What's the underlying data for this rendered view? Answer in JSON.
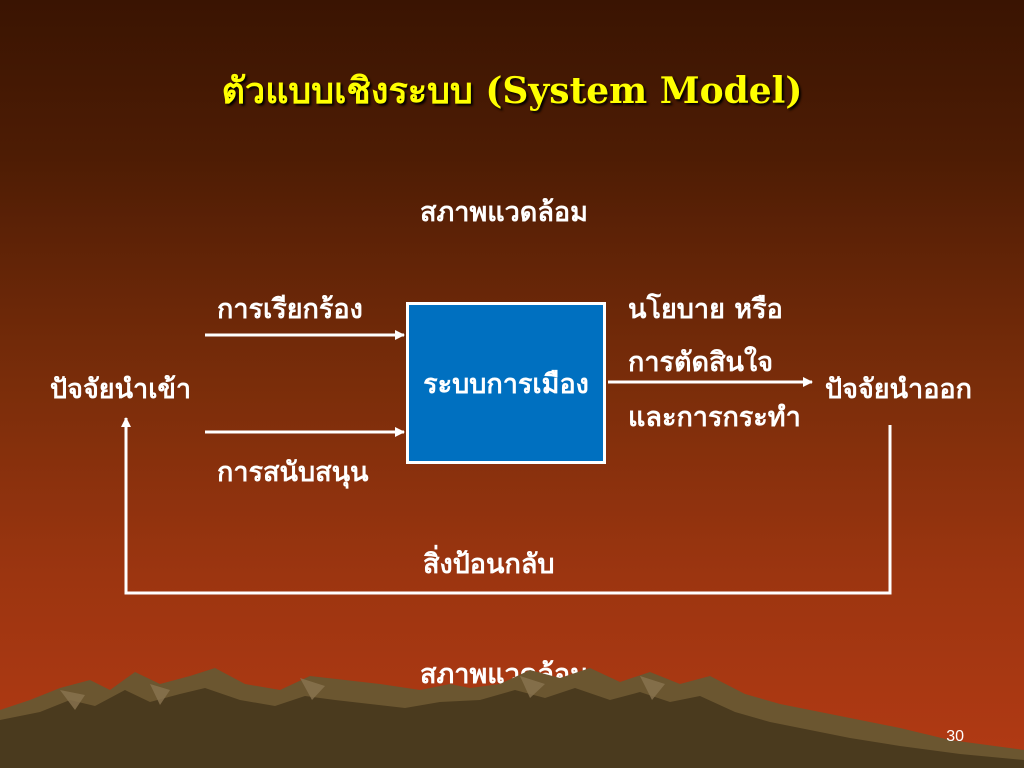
{
  "title": "ตัวแบบเชิงระบบ (System Model)",
  "environment_top": "สภาพแวดล้อม",
  "environment_bottom": "สภาพแวดล้อม",
  "inputs": {
    "label": "ปัจจัยนำเข้า",
    "demands": "การเรียกร้อง",
    "supports": "การสนับสนุน"
  },
  "system_box": "ระบบการเมือง",
  "outputs": {
    "line1": "นโยบาย หรือ",
    "line2": "การตัดสินใจ",
    "line3": "และการกระทำ",
    "label": "ปัจจัยนำออก"
  },
  "feedback": "สิ่งป้อนกลับ",
  "page_number": "30",
  "colors": {
    "title": "#ffff00",
    "box_fill": "#0070c0",
    "text": "#ffffff"
  }
}
